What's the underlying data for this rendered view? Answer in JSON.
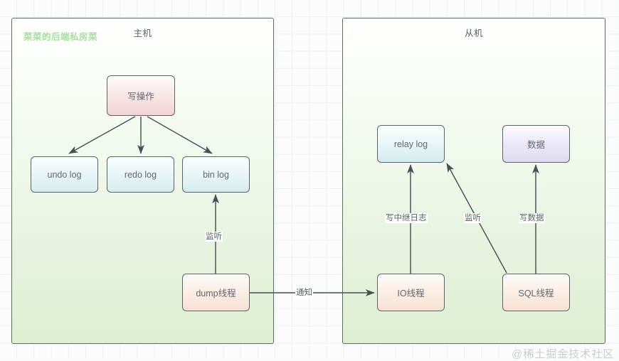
{
  "canvas": {
    "grid": "light-grid",
    "background_color": "#fcfcfc",
    "grid_color": "#eceff1"
  },
  "watermarks": {
    "top_left": "菜菜的后端私房菜",
    "bottom_right": "@稀土掘金技术社区",
    "top_left_color": "#a8dea0",
    "bottom_right_color": "#c9cdd2"
  },
  "panels": [
    {
      "id": "master",
      "title": "主机"
    },
    {
      "id": "slave",
      "title": "从机"
    }
  ],
  "nodes": {
    "write_op": {
      "label": "写操作",
      "color": "#f3d3d6"
    },
    "undo_log": {
      "label": "undo log",
      "color": "#d6ecee"
    },
    "redo_log": {
      "label": "redo log",
      "color": "#d6ecee"
    },
    "bin_log": {
      "label": "bin log",
      "color": "#d6ecee"
    },
    "dump_thread": {
      "label": "dump线程",
      "color": "#f7e2d3"
    },
    "relay_log": {
      "label": "relay log",
      "color": "#d6ecee"
    },
    "data": {
      "label": "数据",
      "color": "#dedaf0"
    },
    "io_thread": {
      "label": "IO线程",
      "color": "#f7e2d3"
    },
    "sql_thread": {
      "label": "SQL线程",
      "color": "#f7e2d3"
    }
  },
  "edges": [
    {
      "id": "write-to-undo",
      "from": "write_op",
      "to": "undo_log",
      "label": ""
    },
    {
      "id": "write-to-redo",
      "from": "write_op",
      "to": "redo_log",
      "label": ""
    },
    {
      "id": "write-to-bin",
      "from": "write_op",
      "to": "bin_log",
      "label": ""
    },
    {
      "id": "dump-to-bin",
      "from": "dump_thread",
      "to": "bin_log",
      "label": "监听"
    },
    {
      "id": "dump-to-io",
      "from": "dump_thread",
      "to": "io_thread",
      "label": "通知"
    },
    {
      "id": "io-to-relay",
      "from": "io_thread",
      "to": "relay_log",
      "label": "写中继日志"
    },
    {
      "id": "sql-to-relay",
      "from": "sql_thread",
      "to": "relay_log",
      "label": "监听"
    },
    {
      "id": "sql-to-data",
      "from": "sql_thread",
      "to": "data",
      "label": "写数据"
    }
  ],
  "edge_labels": {
    "listen_bin": "监听",
    "notify": "通知",
    "write_relay_log": "写中继日志",
    "listen_relay": "监听",
    "write_data": "写数据"
  }
}
